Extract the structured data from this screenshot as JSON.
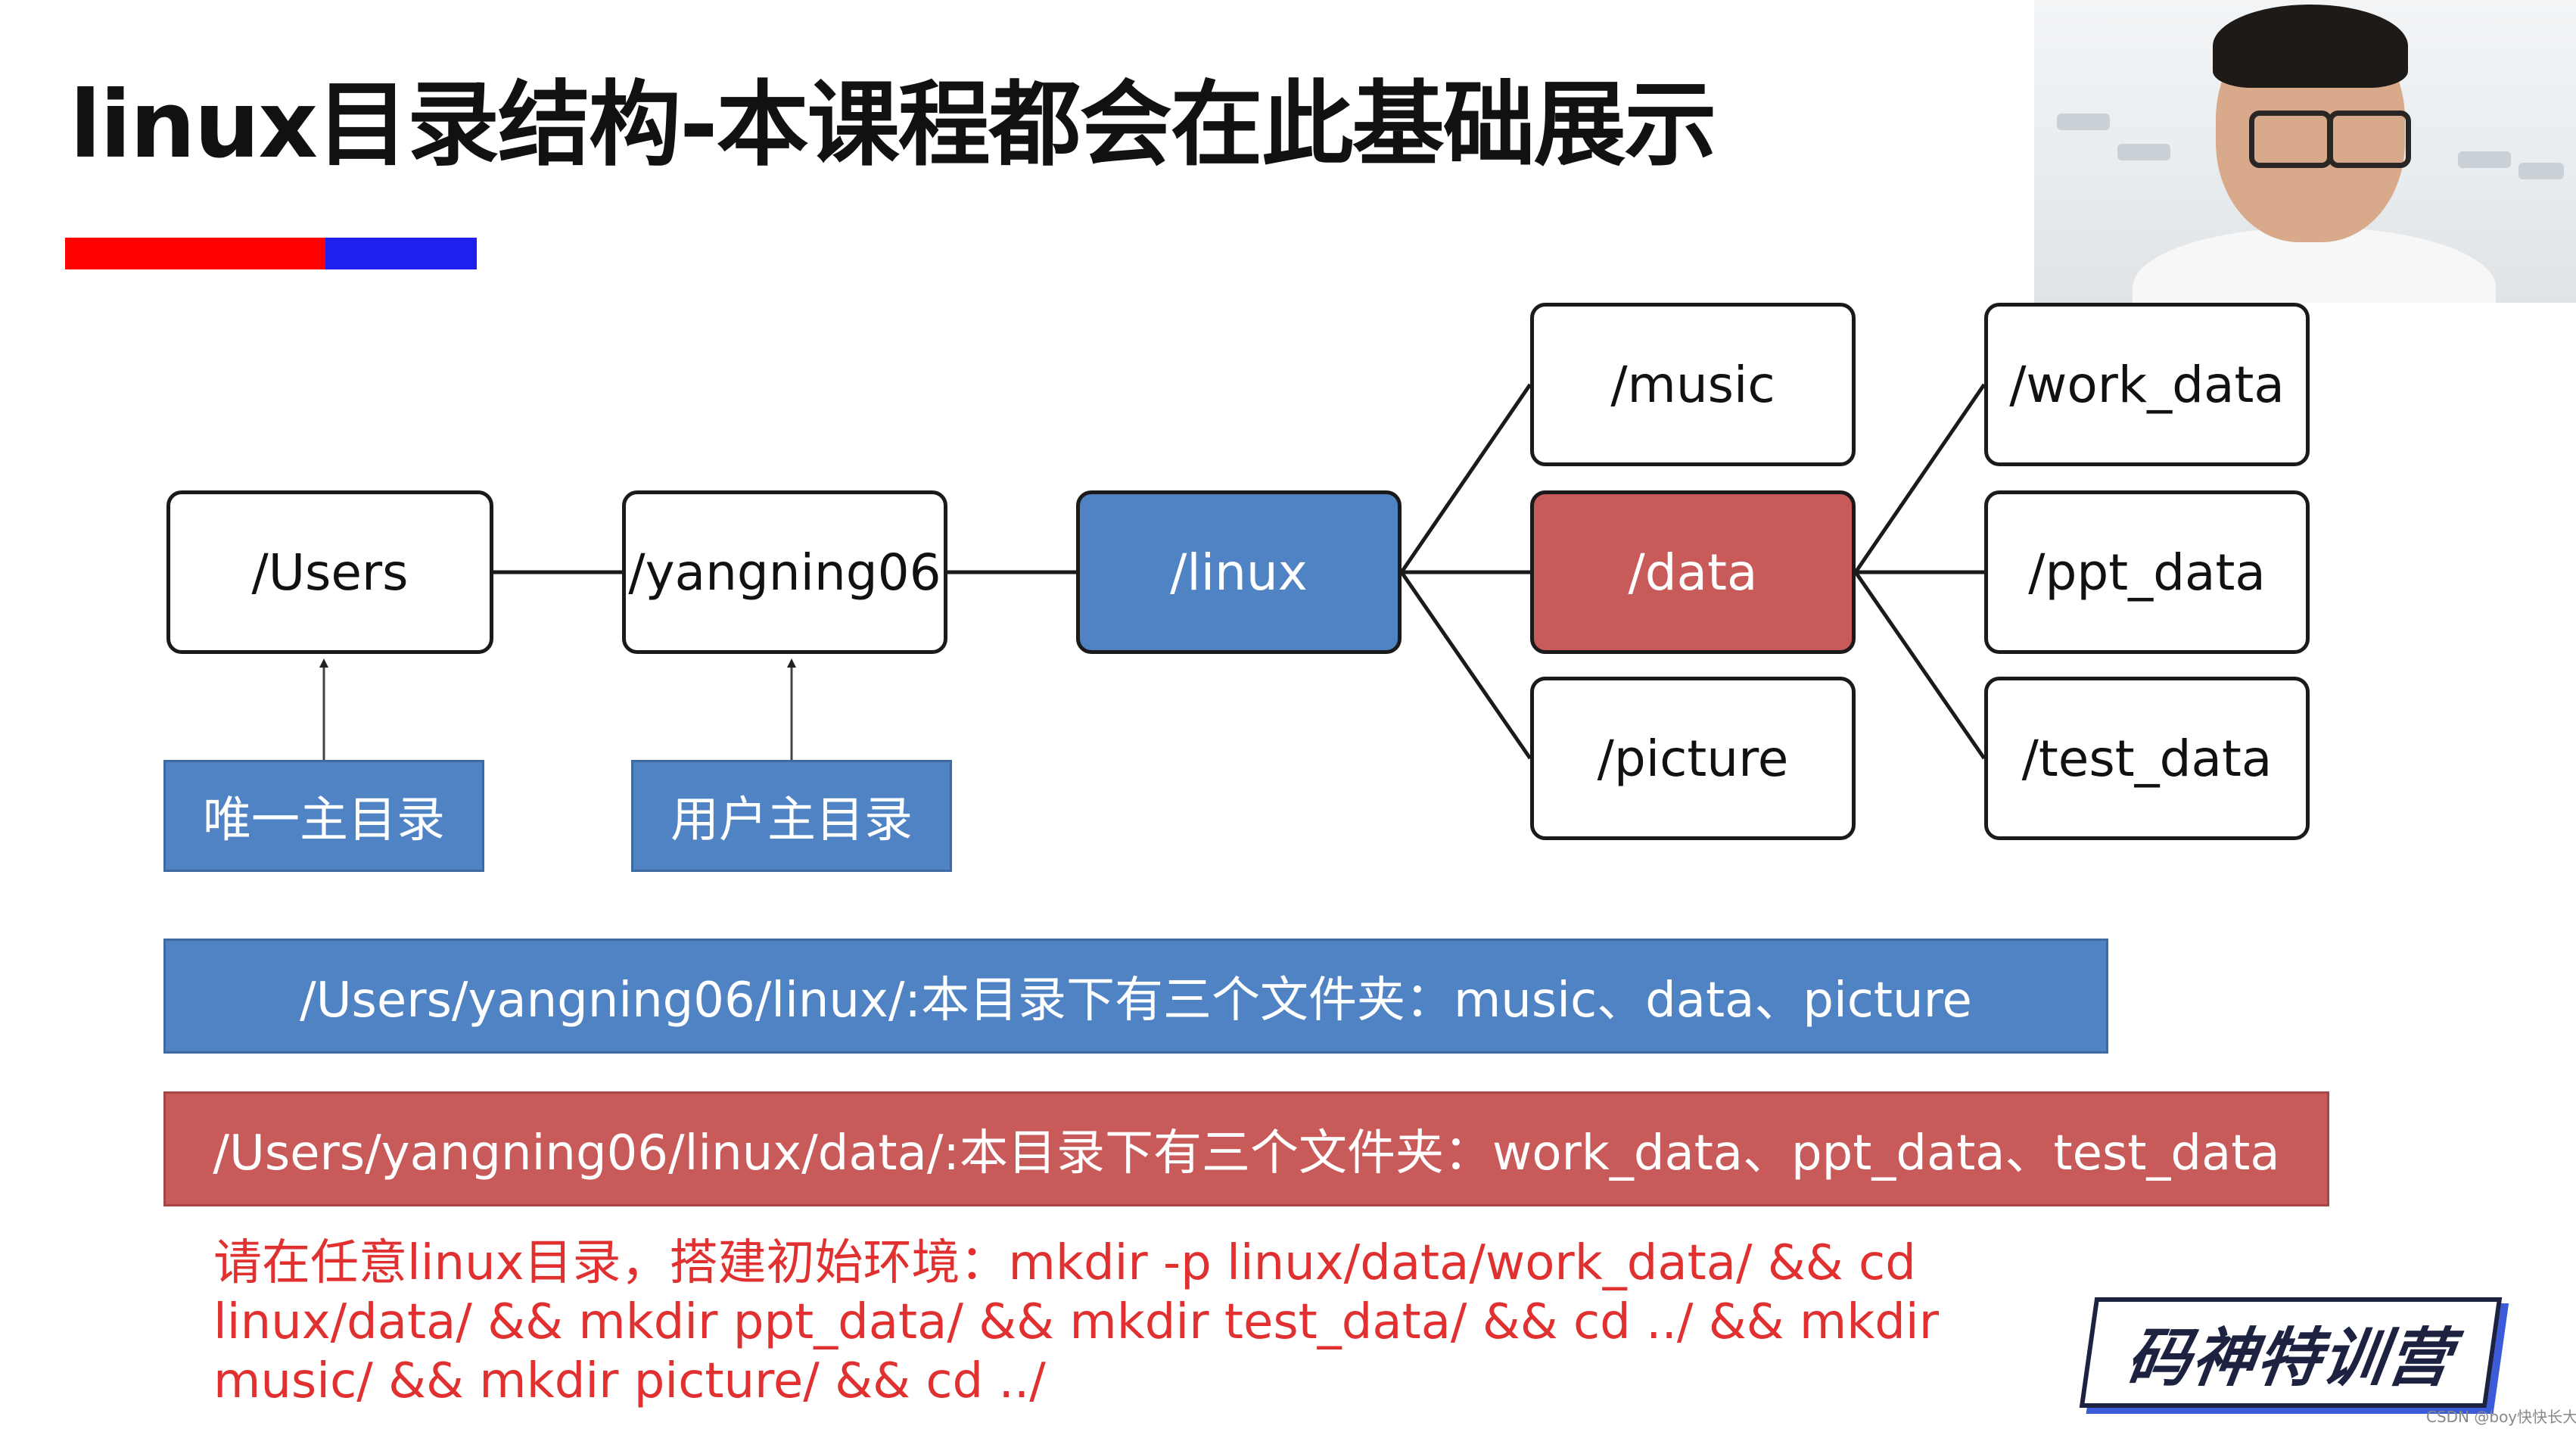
{
  "title": "linux目录结构-本课程都会在此基础展示",
  "colors": {
    "accent_red": "#ff0000",
    "accent_blue": "#2020ee",
    "node_blue": "#4f83c4",
    "node_red": "#c95a5a",
    "instruction_red": "#e03030"
  },
  "diagram": {
    "nodes": {
      "users": "/Users",
      "yangning06": "/yangning06",
      "linux": "/linux",
      "music": "/music",
      "data": "/data",
      "picture": "/picture",
      "work_data": "/work_data",
      "ppt_data": "/ppt_data",
      "test_data": "/test_data"
    },
    "labels": {
      "root_home": "唯一主目录",
      "user_home": "用户主目录"
    }
  },
  "banners": {
    "linux_dir": "/Users/yangning06/linux/:本目录下有三个文件夹：music、data、picture",
    "data_dir": "/Users/yangning06/linux/data/:本目录下有三个文件夹：work_data、ppt_data、test_data"
  },
  "instruction": {
    "line1": "请在任意linux目录，搭建初始环境：mkdir -p linux/data/work_data/ && cd",
    "line2": "linux/data/ && mkdir ppt_data/ && mkdir test_data/ && cd ../ && mkdir",
    "line3": "music/ && mkdir picture/ && cd ../"
  },
  "logo_text": "码神特训营",
  "credit": "CSDN @boy快快长大"
}
